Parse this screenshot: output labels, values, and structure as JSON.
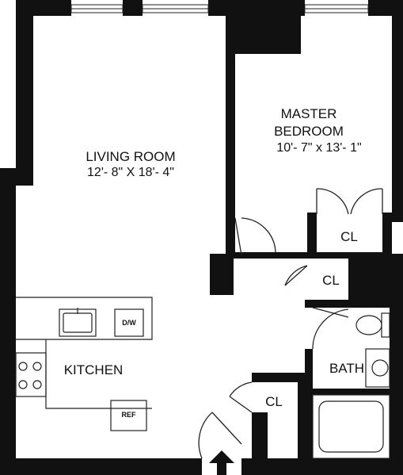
{
  "rooms": {
    "living": {
      "name": "LIVING ROOM",
      "dims": "12'- 8\" X 18'- 4\""
    },
    "bedroom": {
      "name_line1": "MASTER",
      "name_line2": "BEDROOM",
      "dims": "10'- 7\" x 13'- 1\""
    },
    "kitchen": {
      "name": "KITCHEN"
    },
    "bath": {
      "name": "BATH"
    }
  },
  "closets": {
    "bedroom": "CL",
    "hall": "CL",
    "entry": "CL"
  },
  "appliances": {
    "dishwasher": "D/W",
    "refrigerator": "REF"
  },
  "colors": {
    "wall": "#111111",
    "line": "#222222",
    "background": "#ffffff"
  }
}
